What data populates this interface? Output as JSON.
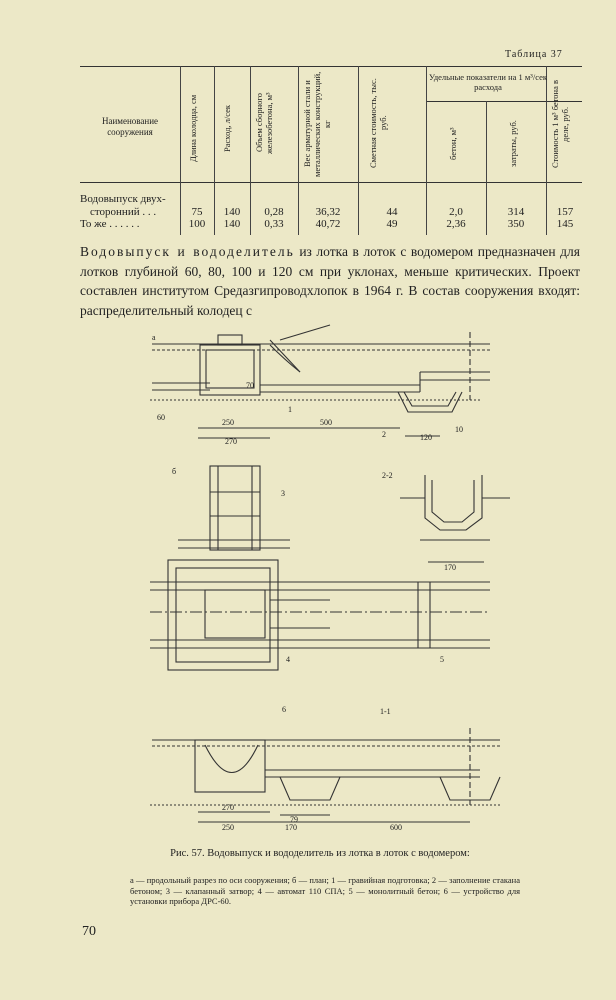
{
  "table_caption": "Таблица 37",
  "table": {
    "name_header": "Наименование сооружения",
    "headers": [
      "Длина колодца, см",
      "Расход, л/сек",
      "Объем сборного железобетона, м³",
      "Вес арматурной стали и металлических конструкций, кг",
      "Сметная стоимость, тыс. руб.",
      "бетон, м³",
      "затраты, руб.",
      "Стоимость 1 м³ бетона в деле, руб."
    ],
    "group_header": "Удельные показатели на 1 м³/сек расхода",
    "rows": [
      {
        "label_line1": "Водовыпуск двух-",
        "label_line2": "сторонний . . .",
        "values": [
          "75",
          "140",
          "0,28",
          "36,32",
          "44",
          "2,0",
          "314",
          "157"
        ]
      },
      {
        "label_line1": "",
        "label_line2": "То же . . . . . .",
        "values": [
          "100",
          "140",
          "0,33",
          "40,72",
          "49",
          "2,36",
          "350",
          "145"
        ]
      }
    ]
  },
  "paragraph": {
    "lead": "Водовыпуск и вододелитель",
    "text": " из лотка в лоток с водомером предназначен для лотков глубиной 60, 80, 100 и 120 см при уклонах, меньше критических. Проект составлен институтом Средазгипроводхлопок в 1964 г. В состав сооружения входят: распределительный колодец с"
  },
  "figure": {
    "labels": {
      "a": "а",
      "b": "б",
      "sec22": "2-2",
      "sec11": "1-1",
      "n1": "1",
      "n2": "2",
      "n3": "3",
      "n4": "4",
      "n5": "5",
      "n6": "6",
      "d250": "250",
      "d270": "270",
      "d500": "500",
      "d120": "120",
      "d170": "170",
      "d600": "600",
      "d79": "79",
      "d70": "70",
      "d60": "60",
      "d10": "10"
    }
  },
  "caption": "Рис. 57. Водовыпуск и вододелитель из лотка в лоток с водомером:",
  "legend": "а — продольный разрез по оси сооружения; б — план; 1 — гравийная подготовка; 2 — заполнение стакана бетоном; 3 — клапанный затвор; 4 — автомат 110 СПА; 5 — монолитный бетон; 6 — устройство для установки прибора ДРС-60.",
  "page_number": "70"
}
